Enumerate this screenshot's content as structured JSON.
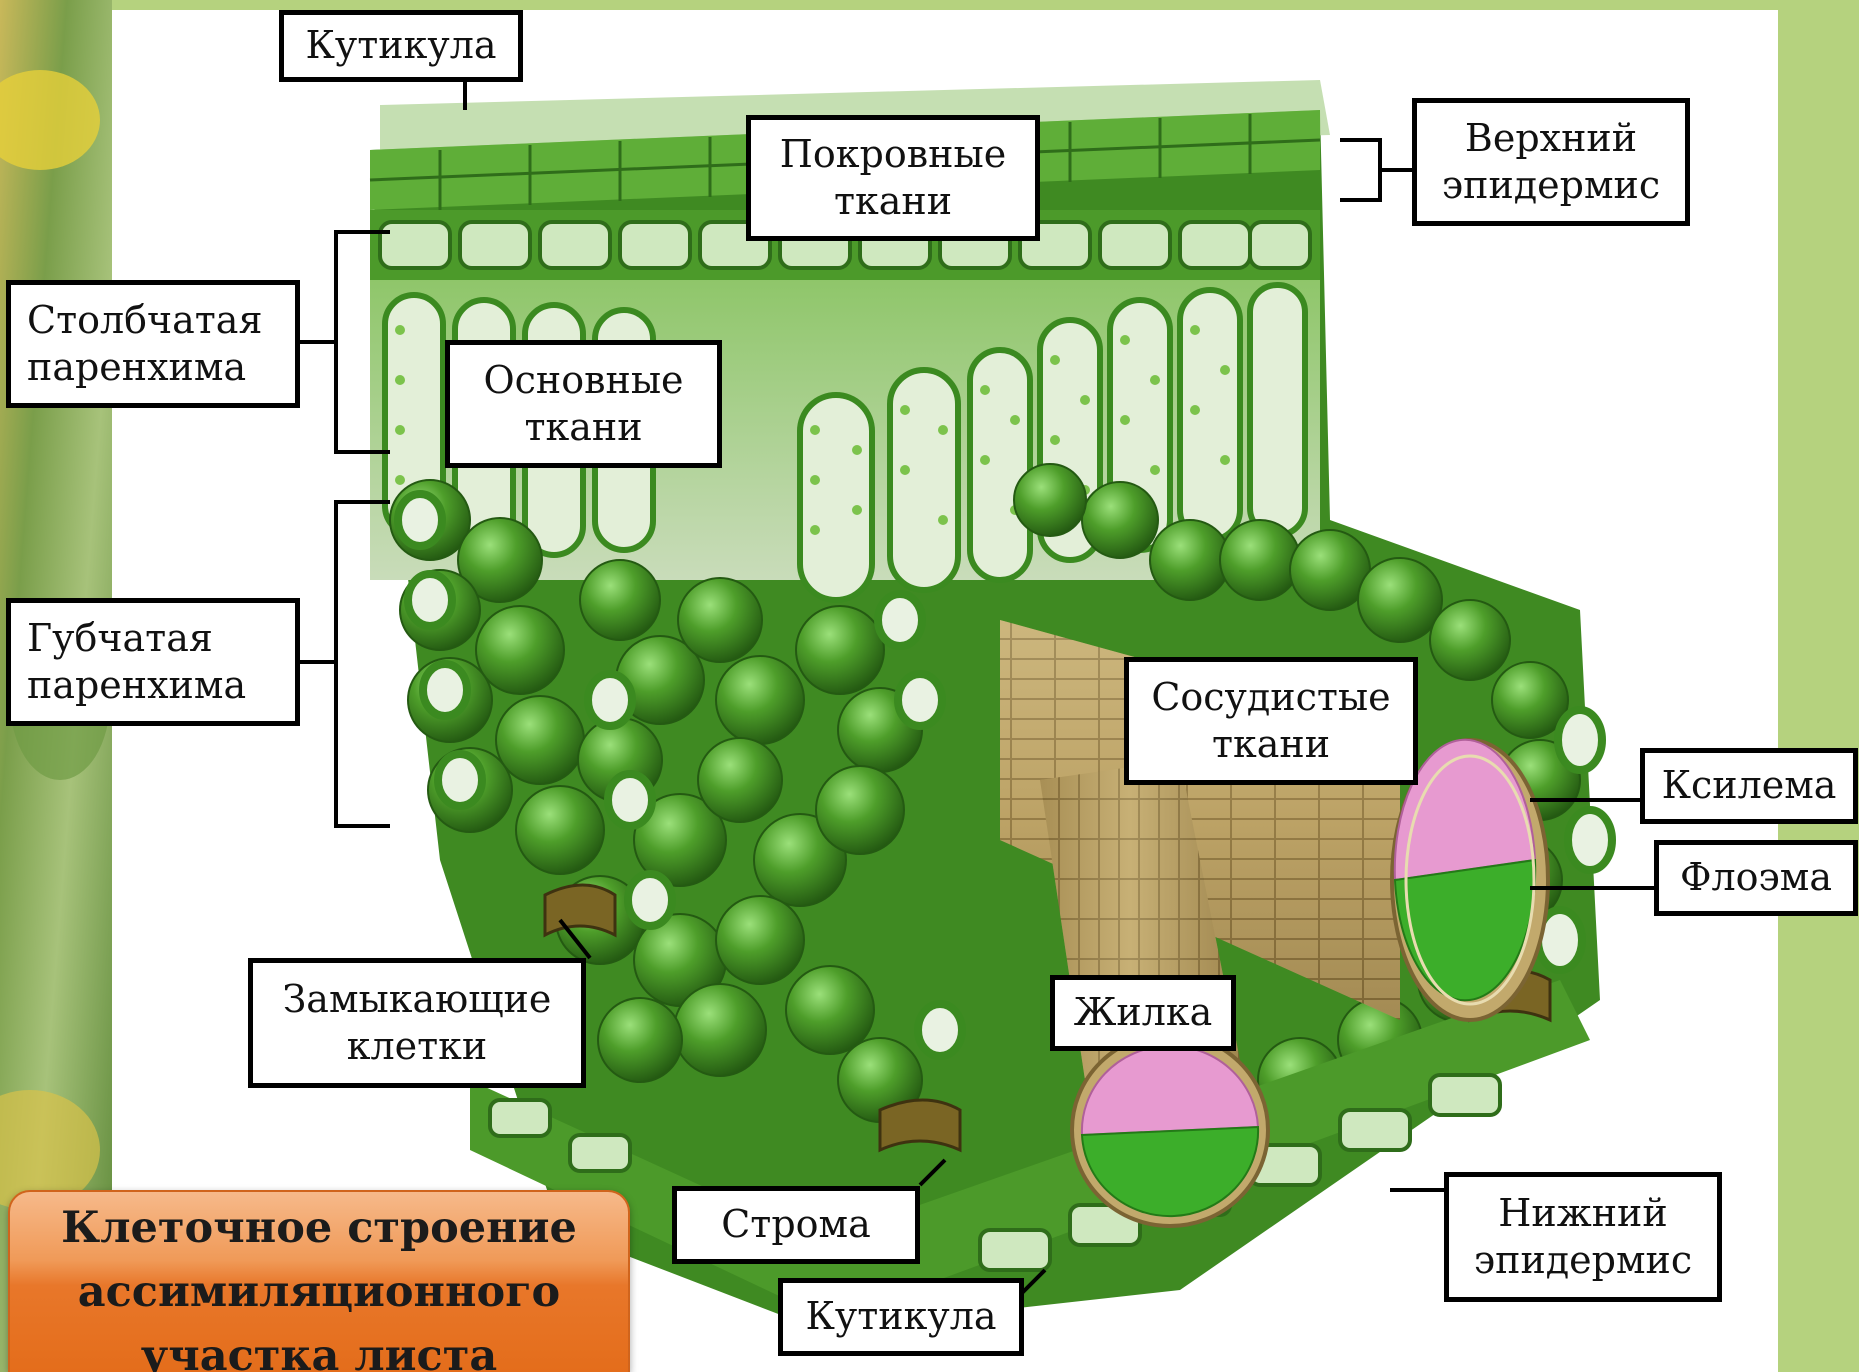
{
  "labels": {
    "cuticle_top": "Кутикула",
    "integumentary": "Покровные\nткани",
    "upper_epidermis": "Верхний\nэпидермис",
    "palisade": "Столбчатая\nпаренхима",
    "ground": "Основные\nткани",
    "spongy": "Губчатая\nпаренхима",
    "vascular": "Сосудистые\nткани",
    "xylem": "Ксилема",
    "phloem": "Флоэма",
    "guard_cells": "Замыкающие\nклетки",
    "vein": "Жилка",
    "stroma": "Строма",
    "cuticle_bottom": "Кутикула",
    "lower_epidermis": "Нижний\nэпидермис"
  },
  "title": "Клеточное строение\nассимиляционного\nучастка листа",
  "colors": {
    "frame_green": "#b5d27e",
    "cell_green": "#4e9e2a",
    "cell_dark": "#2f6d1a",
    "vein_tan": "#b59a5e",
    "xylem_pink": "#e79ad0",
    "phloem_green": "#3cae2a",
    "title_orange": "#e8772a"
  }
}
